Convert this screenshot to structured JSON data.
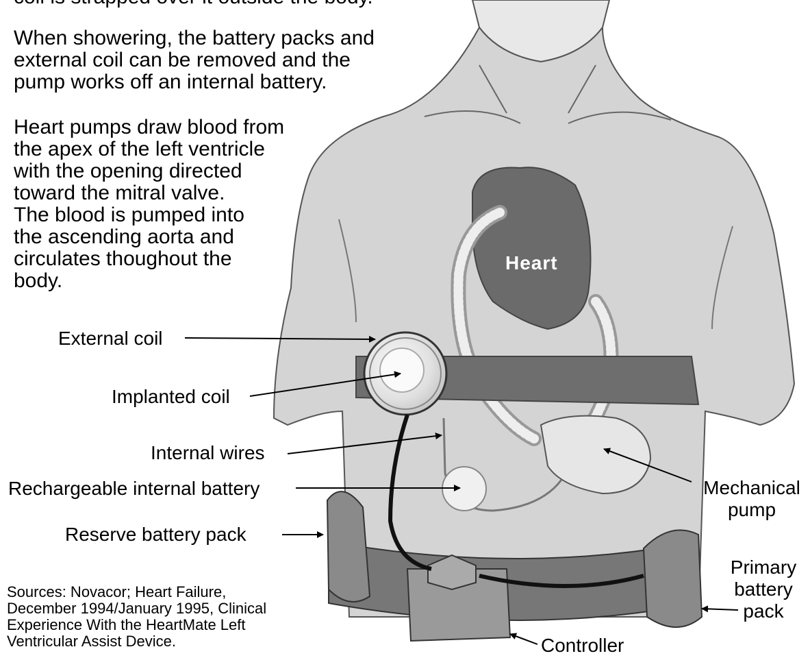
{
  "paragraphs": {
    "top_fragment": "coil is strapped over it outside the body.",
    "showering": [
      "When showering, the battery packs and",
      "external coil can be removed and the",
      "pump works off an internal battery."
    ],
    "pumps": [
      "Heart pumps draw blood from",
      "the apex of the left ventricle",
      "with the opening directed",
      "toward the mitral valve.",
      "The blood is pumped into",
      "the ascending aorta and",
      "circulates thoughout the",
      "body."
    ]
  },
  "labels": {
    "heart": "Heart",
    "external_coil": "External coil",
    "implanted_coil": "Implanted coil",
    "internal_wires": "Internal wires",
    "internal_battery": "Rechargeable internal battery",
    "reserve_battery": "Reserve battery pack",
    "mechanical_pump": [
      "Mechanical",
      "pump"
    ],
    "primary_battery": [
      "Primary",
      "battery",
      "pack"
    ],
    "controller": "Controller"
  },
  "sources": [
    "Sources: Novacor; Heart Failure,",
    "December 1994/January 1995, Clinical",
    "Experience With the HeartMate Left",
    "Ventricular Assist Device."
  ]
}
